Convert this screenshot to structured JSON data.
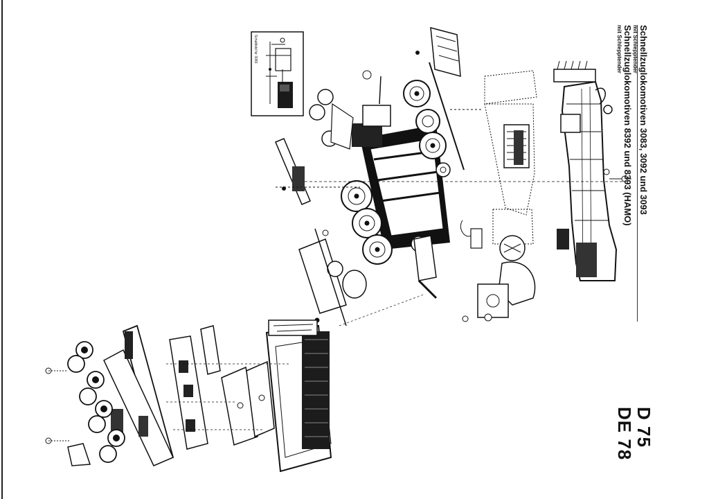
{
  "header": {
    "line1": "Schnellzuglokomotiven 3083, 3092 und 3093",
    "line1_sub": "mit Schlepptender",
    "line2": "Schnellzuglokomotiven 8392 und 8393 (HAMO)",
    "line2_sub": "mit Schlepptender"
  },
  "models": [
    "D 75",
    "DE 78"
  ],
  "inset": {
    "label": "Schaltbild für 3083"
  },
  "colors": {
    "ink": "#111111",
    "paper": "#ffffff",
    "shade": "#555555"
  }
}
